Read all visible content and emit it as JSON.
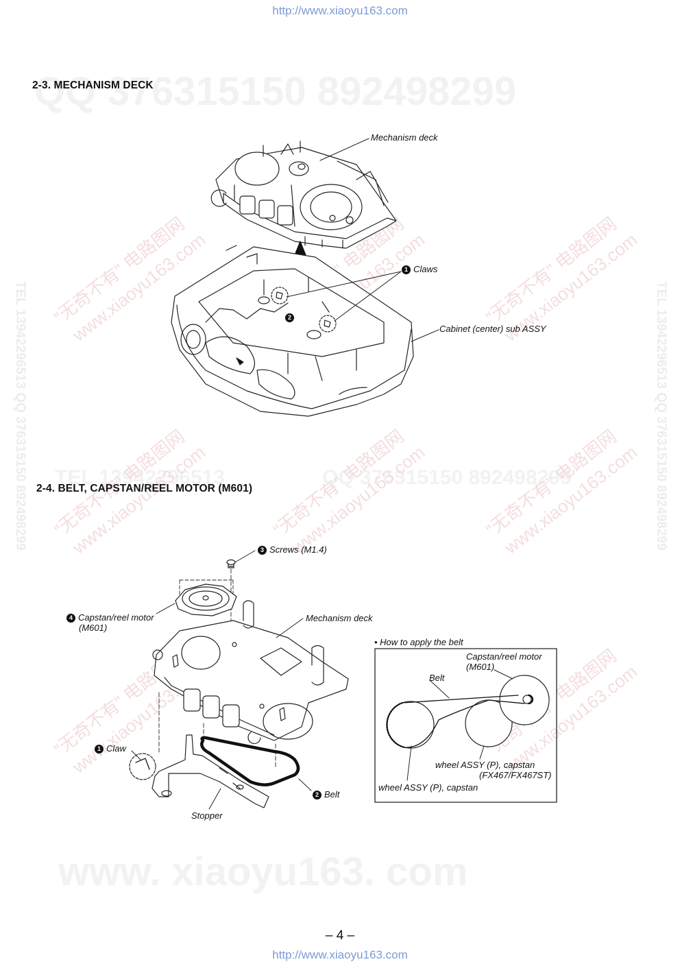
{
  "header": {
    "url": "http://www.xiaoyu163.com"
  },
  "footer": {
    "url": "http://www.xiaoyu163.com",
    "page_number": "– 4 –"
  },
  "watermarks": {
    "qq_top": "QQ 376315150   892498299",
    "tel_mid": "TEL 13942296513",
    "qq_mid": "QQ 376315150   892498299",
    "www_bottom": "www. xiaoyu163. com",
    "diagonal_1": "“无奇不有” 电路图网",
    "diagonal_2": "www.xiaoyu163.com",
    "vertical_left": "TEL 13942296513  QQ 376315150  892498299",
    "vertical_right": "TEL 13942296513  QQ 376315150  892498299"
  },
  "section1": {
    "heading": "2-3. MECHANISM DECK",
    "labels": {
      "mechanism_deck": "Mechanism deck",
      "claws_num": "1",
      "claws": "Claws",
      "step2_num": "2",
      "cabinet": "Cabinet (center) sub ASSY"
    }
  },
  "section2": {
    "heading": "2-4. BELT, CAPSTAN/REEL MOTOR (M601)",
    "labels": {
      "screws_num": "3",
      "screws": "Screws (M1.4)",
      "motor_num": "4",
      "motor_line1": "Capstan/reel motor",
      "motor_line2": "(M601)",
      "mechanism_deck": "Mechanism deck",
      "claw_num": "1",
      "claw": "Claw",
      "belt_num": "2",
      "belt": "Belt",
      "stopper": "Stopper"
    },
    "inset": {
      "title": "• How to apply the belt",
      "motor_line1": "Capstan/reel motor",
      "motor_line2": "(M601)",
      "belt": "Belt",
      "wheel_fx_line1": "wheel ASSY (P), capstan",
      "wheel_fx_line2": "(FX467/FX467ST)",
      "wheel": "wheel ASSY (P), capstan"
    }
  }
}
